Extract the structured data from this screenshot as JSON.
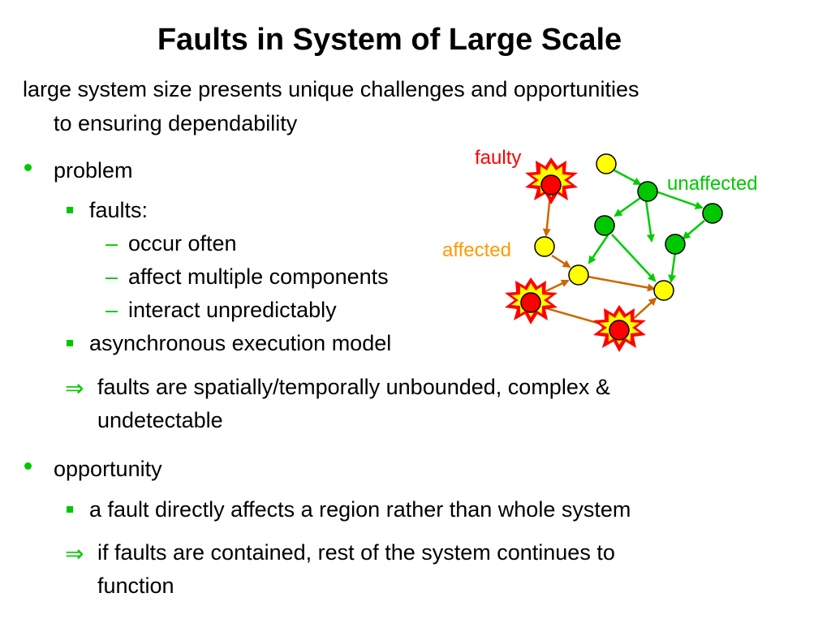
{
  "title": "Faults in System of Large Scale",
  "intro": {
    "line1": "large system size presents unique challenges and opportunities",
    "line2": "to ensuring dependability"
  },
  "problem": {
    "label": "problem",
    "faults_label": "faults:",
    "fault_points": [
      "occur often",
      "affect multiple components",
      "interact unpredictably"
    ],
    "dash": "–",
    "async": "asynchronous execution model",
    "implies_symbol": "⇒",
    "implies_line1": "faults are spatially/temporally unbounded, complex &",
    "implies_line2": "undetectable"
  },
  "opportunity": {
    "label": "opportunity",
    "point": "a fault directly affects a region rather than whole system",
    "implies_symbol": "⇒",
    "implies_line1": "if faults are contained, rest of the system continues to",
    "implies_line2": "function"
  },
  "diagram": {
    "labels": {
      "faulty": "faulty",
      "unaffected": "unaffected",
      "affected": "affected"
    },
    "colors": {
      "faulty": "#ff0000",
      "unaffected": "#00c800",
      "affected": "#ff9900",
      "affected_node": "#ffff00",
      "faulty_edge": "#cc6600",
      "healthy_edge": "#00cc00",
      "bullet": "#00c800"
    }
  }
}
